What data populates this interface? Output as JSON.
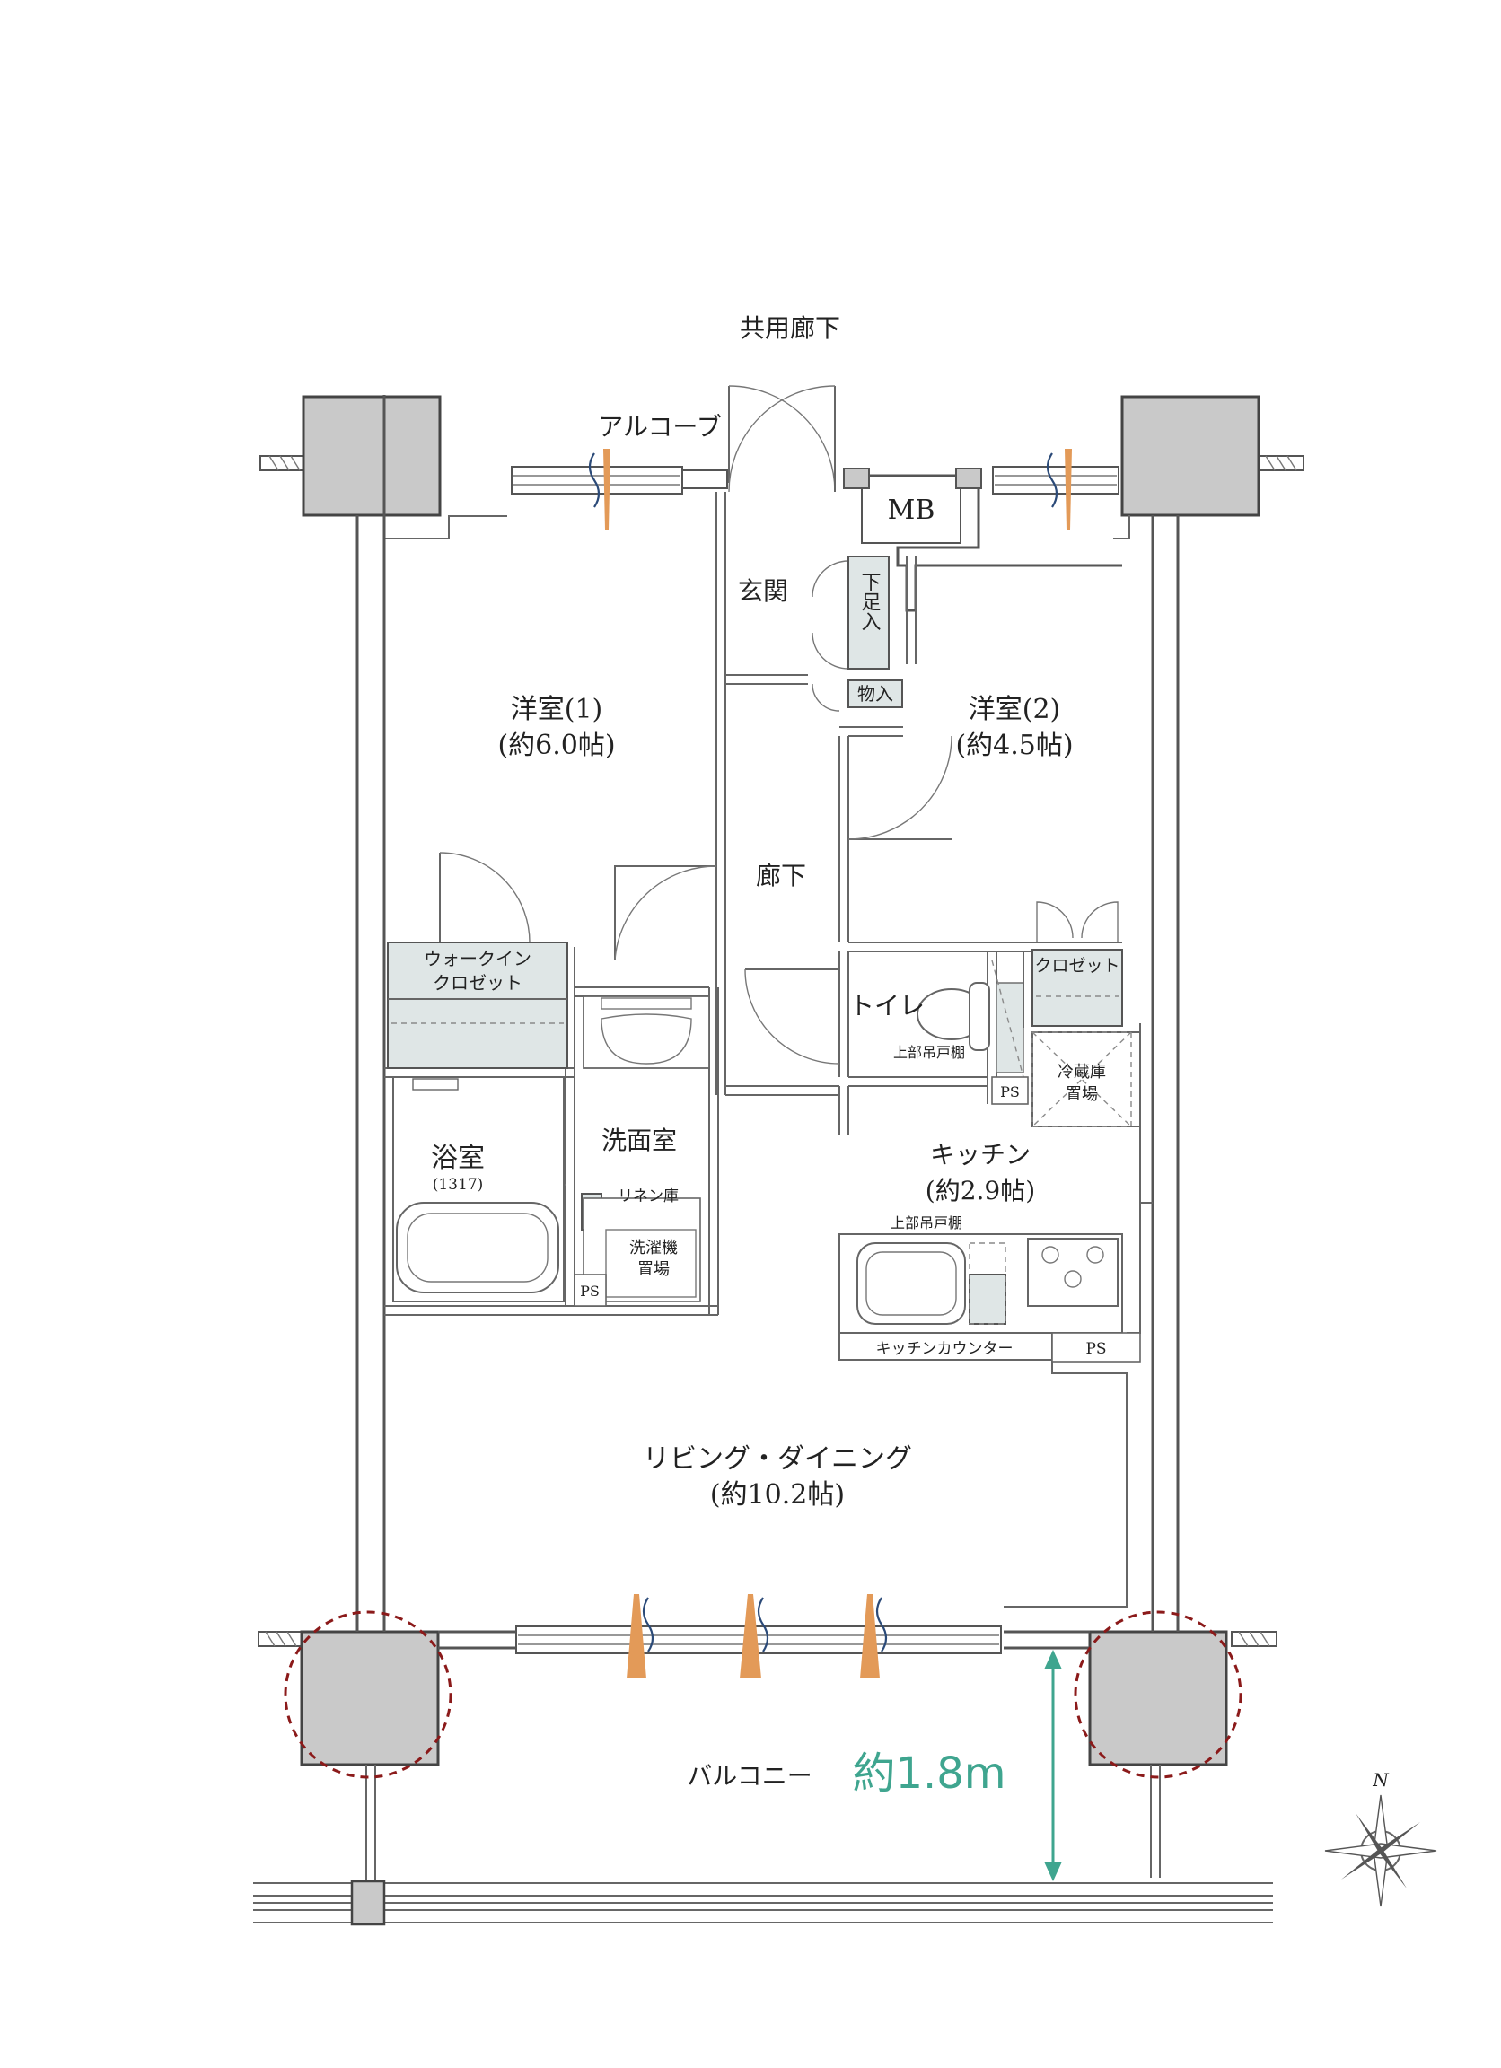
{
  "labels": {
    "corridor_common": "共用廊下",
    "alcove": "アルコーブ",
    "mb": "MB",
    "entrance": "玄関",
    "shoe_storage": "下足入",
    "storage": "物入",
    "room1": "洋室(1)",
    "room1_area": "(約6.0帖)",
    "room2": "洋室(2)",
    "room2_area": "(約4.5帖)",
    "hallway": "廊下",
    "walkin_closet_line1": "ウォークイン",
    "walkin_closet_line2": "クロゼット",
    "closet": "クロゼット",
    "toilet": "トイレ",
    "upper_cabinet_toilet": "上部吊戸棚",
    "ps_toilet": "PS",
    "fridge_line1": "冷蔵庫",
    "fridge_line2": "置場",
    "bathroom": "浴室",
    "bathroom_size": "(1317)",
    "washroom": "洗面室",
    "linen": "リネン庫",
    "washer_line1": "洗濯機",
    "washer_line2": "置場",
    "ps_wash": "PS",
    "kitchen": "キッチン",
    "kitchen_area": "(約2.9帖)",
    "upper_cabinet_kitchen": "上部吊戸棚",
    "kitchen_counter": "キッチンカウンター",
    "ps_kitchen": "PS",
    "living": "リビング・ダイニング",
    "living_area": "(約10.2帖)",
    "balcony": "バルコニー",
    "balcony_depth": "約1.8m",
    "north": "N"
  }
}
